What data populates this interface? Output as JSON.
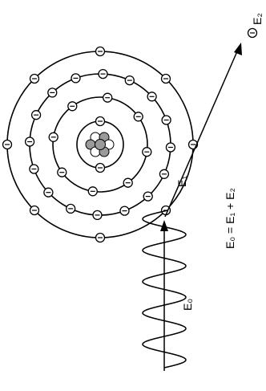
{
  "diagram": {
    "labels": {
      "incident": "E₀",
      "absorbed": "E₁",
      "ejected": "E₂",
      "equation": "E₀ = E₁ + E₂"
    },
    "electron_symbol": "−",
    "shells": [
      {
        "name": "shell-1",
        "electrons": 2
      },
      {
        "name": "shell-2",
        "electrons": 8
      },
      {
        "name": "shell-3",
        "electrons": 16
      },
      {
        "name": "shell-4",
        "electrons": 8
      }
    ]
  }
}
